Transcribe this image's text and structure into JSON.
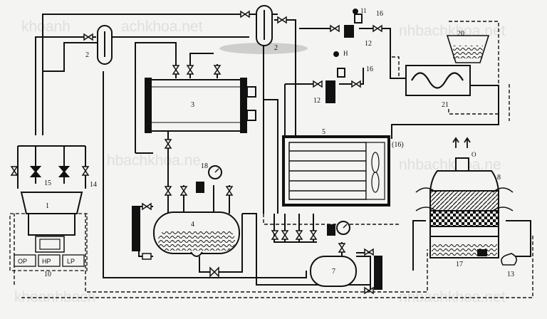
{
  "watermark": "khoanhbachkhoa.net",
  "watermark_fragments": {
    "top_left": "khoanh",
    "top_mid": "achkhoa.net",
    "top_right": "nhbachkhoa.net",
    "mid_left": "hbachkhoa.ne",
    "mid_right": "nhbachkhoa.ne",
    "bottom_left": "khoanhbach",
    "bottom_right": "nhbachkhoa.net"
  },
  "labels": {
    "compressor": "1",
    "separator_left": "2",
    "separator_right": "2",
    "condenser": "3",
    "receiver": "4",
    "evaporator": "5",
    "tank_small": "7",
    "cooling_tower": "8",
    "tank_cold": "20",
    "heat_exchanger": "21",
    "valve_12_top": "12",
    "valve_12_mid": "12",
    "valve_14": "14",
    "valve_15": "15",
    "valve_16_top": "16",
    "valve_16_mid": "16",
    "pump": "13",
    "fan_tag": "(16)",
    "gauge_18": "18",
    "basin_17": "17",
    "tower_tag": "O",
    "control_panel": "10",
    "valve_11": "11",
    "valve_H": "H"
  },
  "panel": {
    "op": "OP",
    "hp": "HP",
    "lp": "LP"
  }
}
